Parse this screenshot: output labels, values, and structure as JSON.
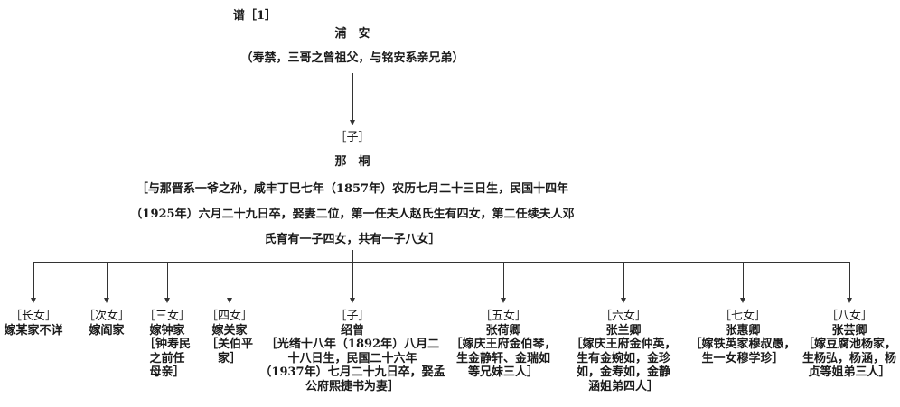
{
  "chart_label": "谱［1］",
  "root": {
    "name": "浦　安",
    "note": "（寿禁，三哥之曾祖父，与铭安系亲兄弟）"
  },
  "son": {
    "relation": "［子］",
    "name": "那　桐",
    "note_lines": [
      "［与那晋系一爷之孙，咸丰丁巳七年（1857年）农历七月二十三日生，民国十四年",
      "（1925年）六月二十九日卒，娶妻二位，第一任夫人赵氏生有四女，第二任续夫人邓",
      "氏育有一子四女，共有一子八女］"
    ]
  },
  "children": [
    {
      "relation": "［长女］",
      "lines": [
        "嫁某家不详"
      ]
    },
    {
      "relation": "［次女］",
      "lines": [
        "嫁阎家"
      ]
    },
    {
      "relation": "［三女］",
      "lines": [
        "嫁钟家",
        "［钟寿民",
        "之前任",
        "母亲］"
      ]
    },
    {
      "relation": "［四女］",
      "lines": [
        "嫁关家",
        "［关伯平",
        "家］"
      ]
    },
    {
      "relation": "［子］",
      "lines": [
        "绍曾",
        "［光绪十八年（1892年）八月二",
        "十八日生，民国二十六年",
        "（1937年）七月二十九日卒，娶孟",
        "公府熙捷书为妻］"
      ]
    },
    {
      "relation": "［五女］",
      "lines": [
        "张荷卿",
        "［嫁庆王府金伯琴，",
        "生金静轩、金瑞如",
        "等兄妹三人］"
      ]
    },
    {
      "relation": "［六女］",
      "lines": [
        "张兰卿",
        "［嫁庆王府金仲英，",
        "生有金婉如，金珍",
        "如，金寿如，金静",
        "涵姐弟四人］"
      ]
    },
    {
      "relation": "［七女］",
      "lines": [
        "张惠卿",
        "［嫁铁英家穆叔愚，",
        "生一女穆学珍］"
      ]
    },
    {
      "relation": "［八女］",
      "lines": [
        "张芸卿",
        "［嫁豆腐池杨家，",
        "生杨弘，杨涵，杨",
        "贞等姐弟三人］"
      ]
    }
  ]
}
